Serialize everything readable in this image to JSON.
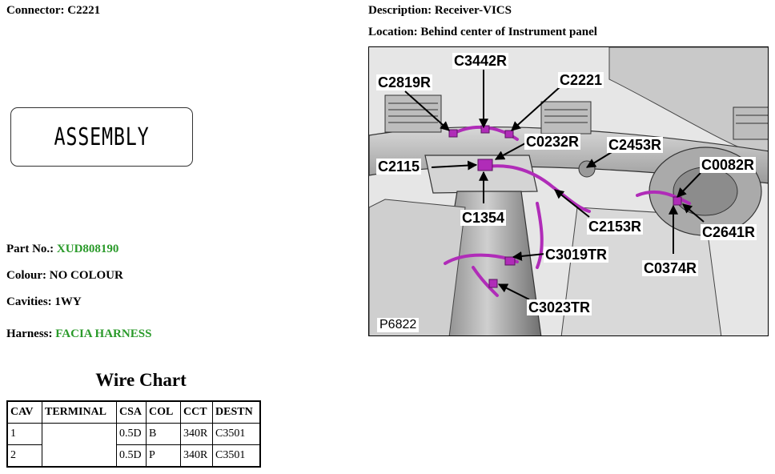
{
  "header": {
    "connector": "Connector: C2221",
    "description": "Description: Receiver-VICS",
    "location": "Location: Behind center of Instrument panel"
  },
  "assembly_label": "ASSEMBLY",
  "details": {
    "part_no_label": "Part No.:",
    "part_no_value": "XUD808190",
    "colour": "Colour: NO COLOUR",
    "cavities": "Cavities: 1WY",
    "harness_label": "Harness:",
    "harness_value": "FACIA HARNESS"
  },
  "wire_chart": {
    "title": "Wire Chart",
    "columns": [
      "CAV",
      "TERMINAL",
      "CSA",
      "COL",
      "CCT",
      "DESTN"
    ],
    "rows": [
      [
        "1",
        "",
        "0.5D",
        "B",
        "340R",
        "C3501"
      ],
      [
        "2",
        "",
        "0.5D",
        "P",
        "340R",
        "C3501"
      ]
    ]
  },
  "diagram": {
    "callouts": [
      "C3442R",
      "C2819R",
      "C2221",
      "C0232R",
      "C2453R",
      "C2115",
      "C0082R",
      "C1354",
      "C2153R",
      "C2641R",
      "C3019TR",
      "C0374R",
      "C3023TR"
    ],
    "image_code": "P6822",
    "accent": "#b02cb8"
  }
}
